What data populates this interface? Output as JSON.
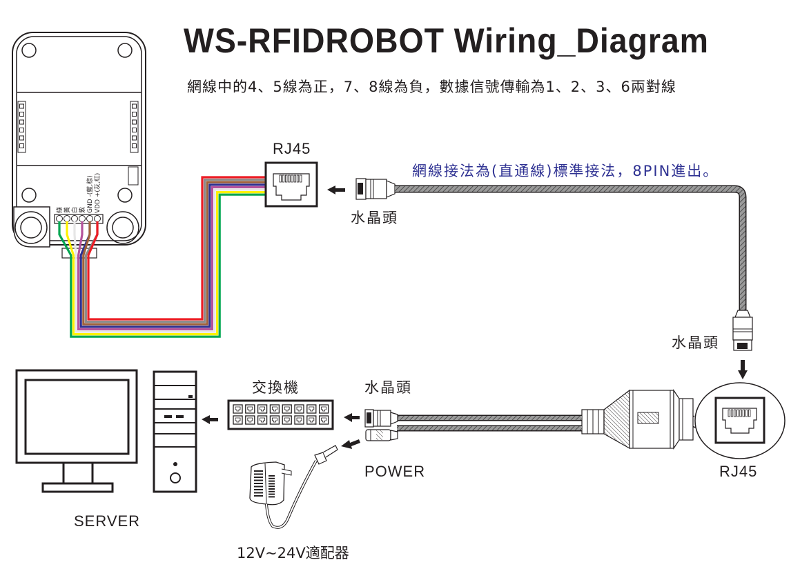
{
  "title": "WS-RFIDROBOT Wiring_Diagram",
  "subtitle": "網線中的4、5線為正，7、8線為負，數據信號傳輸為1、2、3、6兩對線",
  "cable_note": "網線接法為(直通線)標準接法，8PIN進出。",
  "labels": {
    "rj45_top": "RJ45",
    "rj45_right": "RJ45",
    "crystal_head_top": "水晶頭",
    "crystal_head_right": "水晶頭",
    "crystal_head_bottom": "水晶頭",
    "switch": "交換機",
    "power": "POWER",
    "server": "SERVER",
    "adapter": "12V~24V適配器"
  },
  "reader_pins": [
    {
      "label": "綠",
      "color": "#00a651"
    },
    {
      "label": "黃",
      "color": "#fff200"
    },
    {
      "label": "白",
      "color": "#d9d9d9"
    },
    {
      "label": "紫",
      "color": "#b5529c"
    },
    {
      "label": "GND -(藍,棕)",
      "color": "#2e3192"
    },
    {
      "label": "VDD +(灰,紅)",
      "color": "#ed1c24"
    }
  ],
  "wire_colors": [
    "#ed1c24",
    "#8c8c8c",
    "#a0613a",
    "#2e3192",
    "#b5529c",
    "#e6e6e6",
    "#fff200",
    "#00a651"
  ],
  "switch_ports": 16,
  "colors": {
    "ink": "#231f20",
    "note_blue": "#2e3192",
    "cable_gray": "#7a7a7a"
  }
}
